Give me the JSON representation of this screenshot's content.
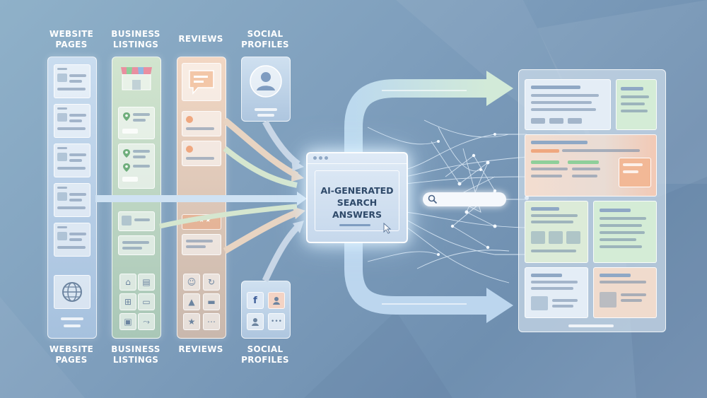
{
  "columns": {
    "website": {
      "top_label": [
        "WEBSITE",
        "PAGES"
      ],
      "bottom_label": [
        "WEBSITE",
        "PAGES"
      ]
    },
    "business": {
      "top_label": [
        "BUSINESS",
        "LISTINGS"
      ],
      "bottom_label": [
        "BUSINESS",
        "LISTINGS"
      ]
    },
    "reviews": {
      "top_label": [
        "REVIEWS"
      ],
      "bottom_label": [
        "REVIEWS"
      ],
      "rating_stars": "★★★★"
    },
    "social": {
      "top_label": [
        "SOCIAL",
        "PROFILES"
      ],
      "bottom_label": [
        "SOCIAL",
        "PROFILES"
      ],
      "facebook_glyph": "f",
      "more_glyph": "•••"
    }
  },
  "center": {
    "title": [
      "AI-GENERATED",
      "SEARCH",
      "ANSWERS"
    ]
  },
  "icons": {
    "globe": "globe-icon",
    "search": "search-icon",
    "storefront": "storefront-icon",
    "location_pin": "location-pin-icon",
    "chat_bubble": "chat-bubble-icon",
    "user": "user-icon",
    "facebook": "facebook-icon",
    "cursor": "cursor-icon"
  },
  "colors": {
    "background": "#7f9fbd",
    "website_column": "#b5cde6",
    "business_column": "#bcd6c5",
    "reviews_column": "#dcc6b6",
    "arrow_green": "#d2ead8",
    "arrow_blue": "#bcd6ee",
    "text_dark": "#2f4a6a",
    "orange_accent": "#efa77f",
    "green_accent": "#8fcf9a"
  }
}
